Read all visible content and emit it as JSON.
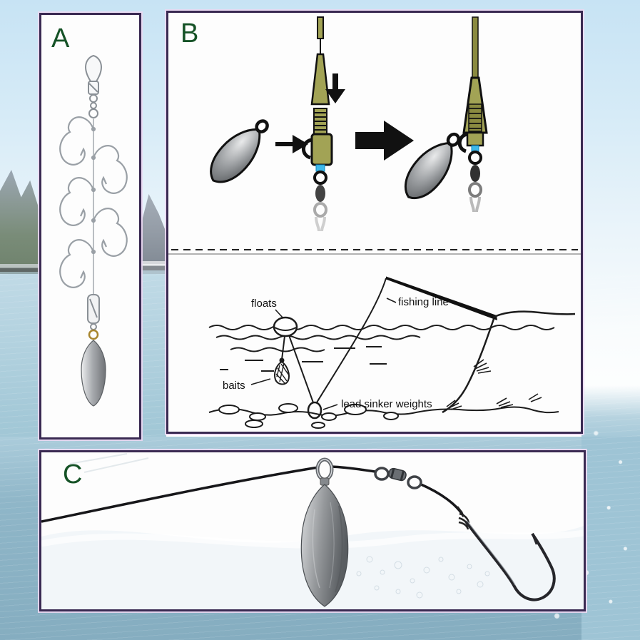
{
  "panels": {
    "a": {
      "label": "A"
    },
    "b": {
      "label": "B",
      "diagram_labels": {
        "floats": "floats",
        "fishing_line": "fishing line",
        "baits": "baits",
        "lead_sinker_weights": "lead sinker weights"
      }
    },
    "c": {
      "label": "C"
    }
  },
  "colors": {
    "panel_border": "#3a2a52",
    "panel_background": "#fdfdfd",
    "letter_green": "#155226",
    "olive_green": "#a2a355",
    "olive_dark": "#8a8a40",
    "bead_blue": "#3fb9e9",
    "diagram_ink": "#1c1c1c",
    "steel_gray": "#9aa0a6",
    "brass_ring": "#a8862e",
    "sky_blue": "#c7e3f4",
    "water_blue": "#8fb5c8"
  }
}
